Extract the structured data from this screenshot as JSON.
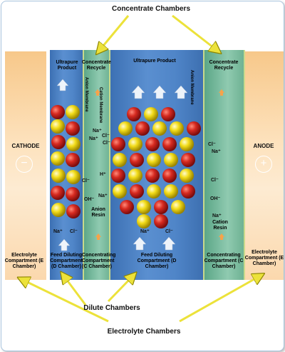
{
  "labels": {
    "concentrate_chambers": "Concentrate Chambers",
    "dilute_chambers": "Dilute Chambers",
    "electrolyte_chambers": "Electrolyte Chambers",
    "cathode": "CATHODE",
    "anode": "ANODE"
  },
  "cathode_symbol": "−",
  "anode_symbol": "+",
  "headers": {
    "ultrapure_left": "Ultrapure Product",
    "concentrate_recycle_left": "Concentrate Recycle",
    "ultrapure_center": "Ultrapure Product",
    "concentrate_recycle_right": "Concentrate Recycle"
  },
  "membranes": {
    "anion_left": "Anion Membrane",
    "cation_left": "Cation Membrane",
    "anion_right": "Anion Membrane"
  },
  "resins": {
    "anion": "Anion Resin",
    "cation": "Cation Resin"
  },
  "ions": {
    "na": "Na⁺",
    "cl": "Cl⁻",
    "h": "H⁺",
    "oh": "OH⁻"
  },
  "bottom": {
    "electrolyte_left": "Electrolyte Compartment (E Chamber)",
    "feed_left": "Feed Diluting Compartment (D Chamber)",
    "concentrating_left": "Concentrating Compartment (C Chamber)",
    "feed_center": "Feed Diluting Compartment (D Chamber)",
    "concentrating_right": "Concentrating Compartment (C Chamber)",
    "electrolyte_right": "Electrolyte Compartment (E Chamber)"
  },
  "colors": {
    "dilute_blue": "#4f85c8",
    "concentrate_green": "#7dbfa2",
    "electrolyte_orange": "#f7c88a",
    "cation_bead_red": "#cc1f1f",
    "anion_bead_yellow": "#f2dc1a",
    "pointer_arrow_yellow": "#ece23a"
  }
}
